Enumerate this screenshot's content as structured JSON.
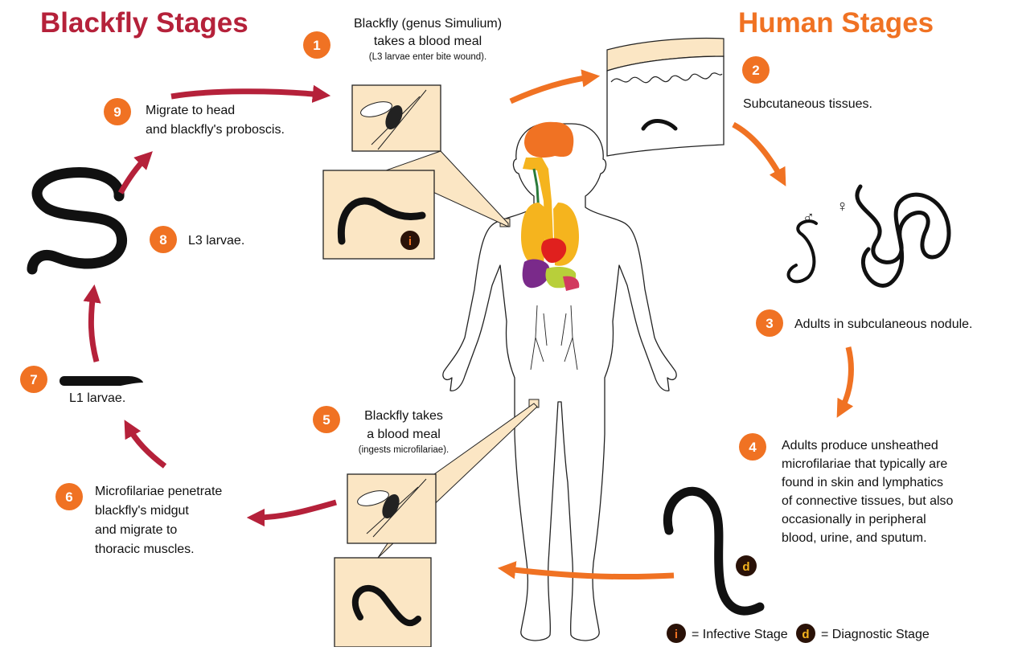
{
  "headings": {
    "blackfly": "Blackfly Stages",
    "human": "Human Stages"
  },
  "colors": {
    "blackfly_heading": "#b5213a",
    "human_heading": "#f07223",
    "step_badge": "#f07223",
    "blackfly_arrow": "#b5213a",
    "human_arrow": "#f07223",
    "inset_fill": "#fbe6c4",
    "stage_badge": "#2a1208",
    "infective_letter": "#f07223",
    "diagnostic_letter": "#f5b41e"
  },
  "steps": {
    "s1": {
      "num": "1",
      "lines": [
        "Blackfly (genus Simulium)",
        "takes a blood meal"
      ],
      "note": "(L3 larvae enter bite wound)."
    },
    "s2": {
      "num": "2",
      "lines": [
        "Subcutaneous tissues."
      ]
    },
    "s3": {
      "num": "3",
      "lines": [
        "Adults in subculaneous nodule."
      ]
    },
    "s4": {
      "num": "4",
      "lines": [
        "Adults produce unsheathed",
        "microfilariae that typically are",
        "found in skin and lymphatics",
        "of connective tissues, but also",
        "occasionally in peripheral",
        "blood, urine, and sputum."
      ]
    },
    "s5": {
      "num": "5",
      "lines": [
        "Blackfly takes",
        "a blood meal"
      ],
      "note": "(ingests microfilariae)."
    },
    "s6": {
      "num": "6",
      "lines": [
        "Microfilariae penetrate",
        "blackfly's midgut",
        "and migrate to",
        "thoracic muscles."
      ]
    },
    "s7": {
      "num": "7",
      "lines": [
        "L1 larvae."
      ]
    },
    "s8": {
      "num": "8",
      "lines": [
        "L3 larvae."
      ]
    },
    "s9": {
      "num": "9",
      "lines": [
        "Migrate to head",
        "and blackfly's proboscis."
      ]
    }
  },
  "sex_symbols": {
    "male": "♂",
    "female": "♀"
  },
  "stage_badges": {
    "infective_letter": "i",
    "diagnostic_letter": "d"
  },
  "legend": {
    "infective": {
      "letter": "i",
      "text": "= Infective Stage"
    },
    "diagnostic": {
      "letter": "d",
      "text": "= Diagnostic Stage"
    }
  }
}
